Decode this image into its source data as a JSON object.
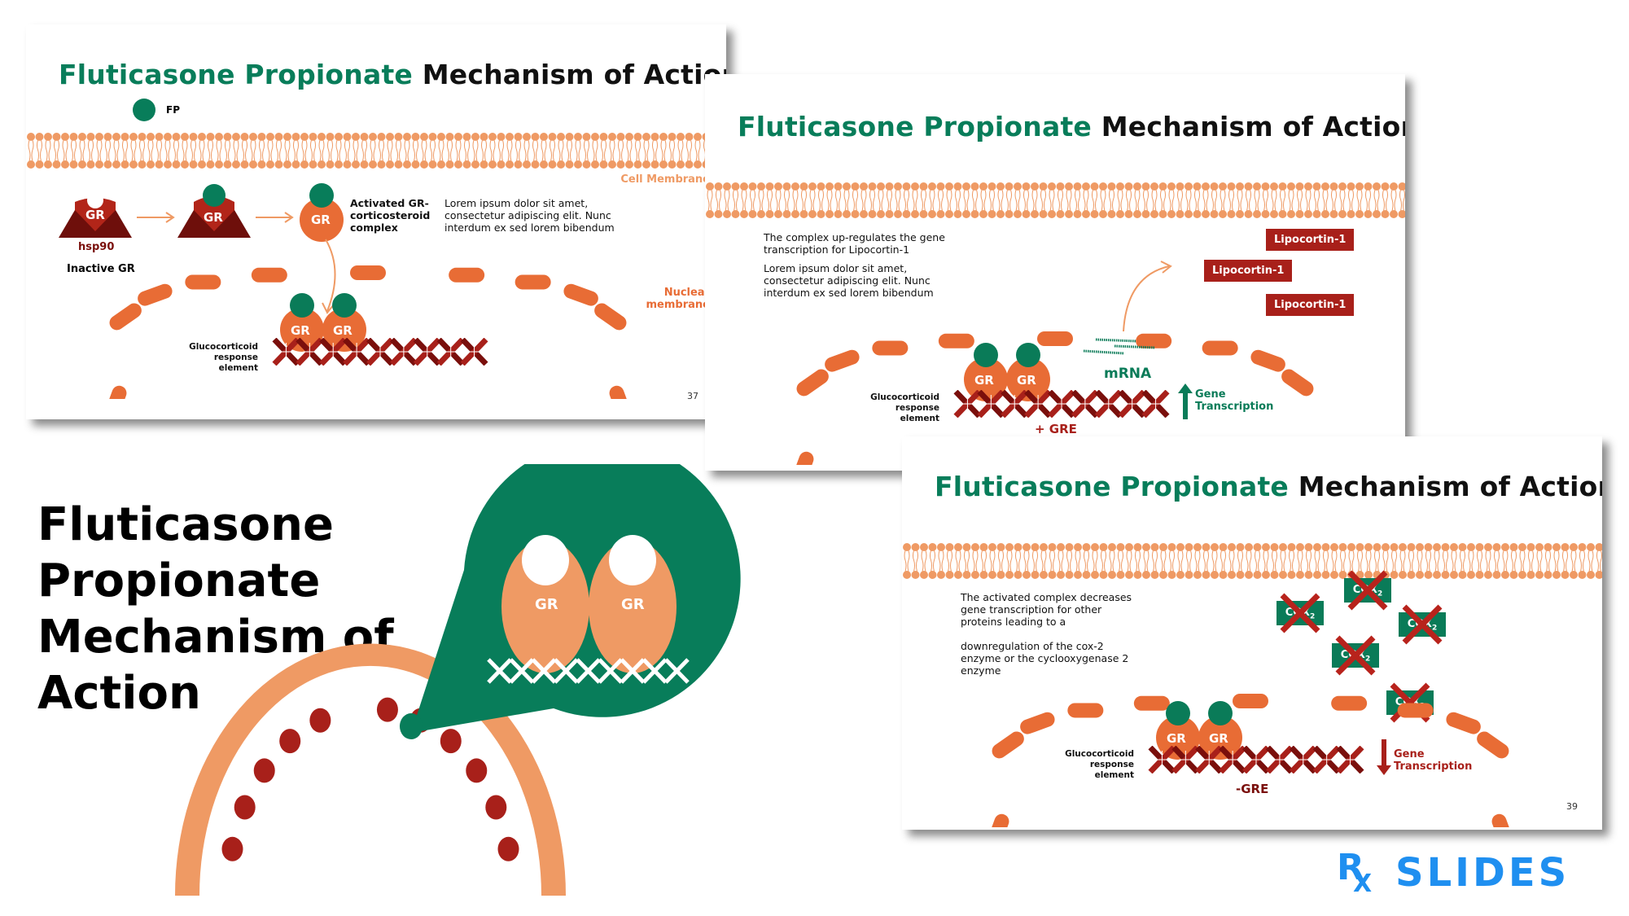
{
  "colors": {
    "title_green": "#087d5a",
    "orange": "#e86c35",
    "light_orange": "#ef9a64",
    "dark_red": "#7a0f0c",
    "red": "#a8201a",
    "green": "#0a7b58",
    "logo_blue": "#1f8ff0"
  },
  "slide1": {
    "title_green": "Fluticasone Propionate",
    "title_black": "Mechanism of Action",
    "fp_label": "FP",
    "cell_membrane_label": "Cell Membrane",
    "nuclear_membrane_label": [
      "Nuclear",
      "membrane"
    ],
    "gr_label": "GR",
    "hsp90_label": "hsp90",
    "inactive_gr_label": "Inactive GR",
    "activated_label": [
      "Activated GR-",
      "corticosteroid",
      "complex"
    ],
    "lorem": [
      "Lorem ipsum dolor sit amet,",
      "consectetur adipiscing elit. Nunc",
      "interdum ex sed lorem bibendum"
    ],
    "gre_label": [
      "Glucocorticoid",
      "response element"
    ],
    "page_number": "37"
  },
  "slide2": {
    "title_green": "Fluticasone Propionate",
    "title_black": "Mechanism of Action",
    "desc1": [
      "The complex up-regulates the gene",
      "transcription for Lipocortin-1"
    ],
    "desc2": [
      "Lorem ipsum dolor sit amet,",
      "consectetur adipiscing elit. Nunc",
      "interdum ex sed lorem bibendum"
    ],
    "lipocortin_boxes": [
      "Lipocortin-1",
      "Lipocortin-1",
      "Lipocortin-1"
    ],
    "mrna_label": "mRNA",
    "gene_transcription_label": [
      "Gene",
      "Transcription"
    ],
    "gre_label": [
      "Glucocorticoid",
      "response element"
    ],
    "gre_sign": "+ GRE",
    "gr_label": "GR"
  },
  "slide3": {
    "title_green": "Fluticasone Propionate",
    "title_black": "Mechanism of Action",
    "desc1": [
      "The activated complex decreases",
      "gene transcription for other",
      "proteins leading to a"
    ],
    "desc2": [
      "downregulation of the cox-2",
      "enzyme or the cyclooxygenase 2",
      "enzyme"
    ],
    "cox_label": "COX",
    "cox_sub": "2",
    "cox_count": 5,
    "gene_transcription_label": [
      "Gene",
      "Transcription"
    ],
    "gre_label": [
      "Glucocorticoid",
      "response element"
    ],
    "gre_sign": "-GRE",
    "gr_label": "GR",
    "page_number": "39"
  },
  "cover": {
    "title_lines": [
      "Fluticasone",
      "Propionate",
      "Mechanism of",
      "Action"
    ],
    "gr_label": "GR"
  },
  "logo": {
    "rx": "R",
    "x": "X",
    "text": "SLIDES"
  }
}
